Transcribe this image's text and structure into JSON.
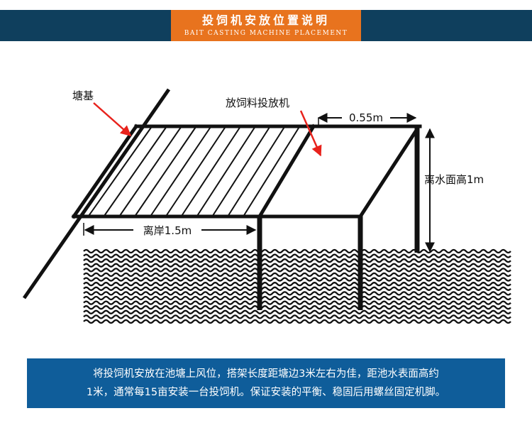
{
  "header": {
    "title": "投饲机安放位置说明",
    "subtitle": "BAIT CASTING MACHINE PLACEMENT",
    "bar_color": "#0f3f5d",
    "tab_color": "#e8731e"
  },
  "diagram": {
    "labels": {
      "pond_bank": "塘基",
      "feeder": "放饲料投放机",
      "extension": "0.55m",
      "height": "离水面高1m",
      "distance": "离岸1.5m"
    },
    "arrow_color": "#e8221c"
  },
  "caption": {
    "line1": "将投饲机安放在池塘上风位，搭架长度距塘边3米左右为佳，距池水表面高约",
    "line2": "1米，通常每15亩安装一台投饲机。保证安装的平衡、稳固后用螺丝固定机脚。",
    "background": "#0f5d9a"
  }
}
